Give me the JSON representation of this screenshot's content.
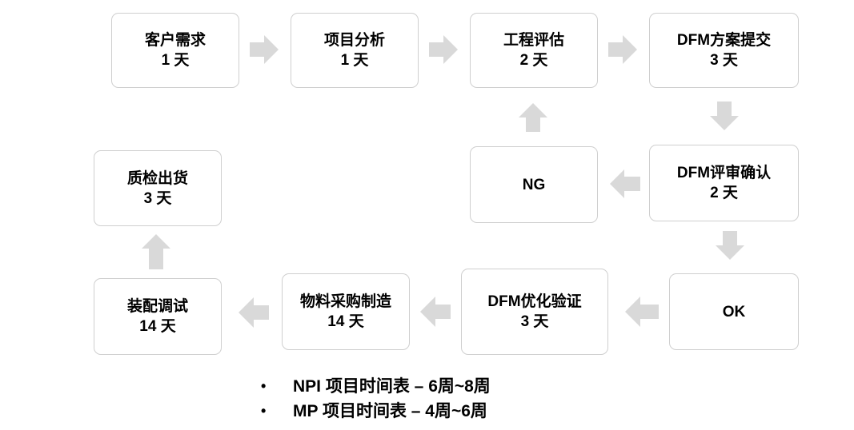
{
  "steps": {
    "customer_demand": {
      "name": "客户需求",
      "days": "1 天"
    },
    "project_analysis": {
      "name": "项目分析",
      "days": "1 天"
    },
    "engineering_eval": {
      "name": "工程评估",
      "days": "2 天"
    },
    "dfm_submit": {
      "name": "DFM方案提交",
      "days": "3 天"
    },
    "dfm_review": {
      "name": "DFM评审确认",
      "days": "2 天"
    },
    "ng": {
      "name": "NG"
    },
    "ok": {
      "name": "OK"
    },
    "dfm_optimize": {
      "name": "DFM优化验证",
      "days": "3 天"
    },
    "material_purchase": {
      "name": "物料采购制造",
      "days": "14 天"
    },
    "assembly_debug": {
      "name": "装配调试",
      "days": "14 天"
    },
    "qc_shipping": {
      "name": "质检出货",
      "days": "3 天"
    }
  },
  "notes": [
    {
      "bullet": "•",
      "text": "NPI 项目时间表 – 6周~8周"
    },
    {
      "bullet": "•",
      "text": "MP 项目时间表 – 4周~6周"
    }
  ],
  "colors": {
    "arrow": "#d9d9d9",
    "box_border": "#cfcfcf",
    "text": "#000000"
  },
  "icons": {
    "arrow": "block-arrow-icon",
    "bullet": "bullet-dot-icon"
  }
}
